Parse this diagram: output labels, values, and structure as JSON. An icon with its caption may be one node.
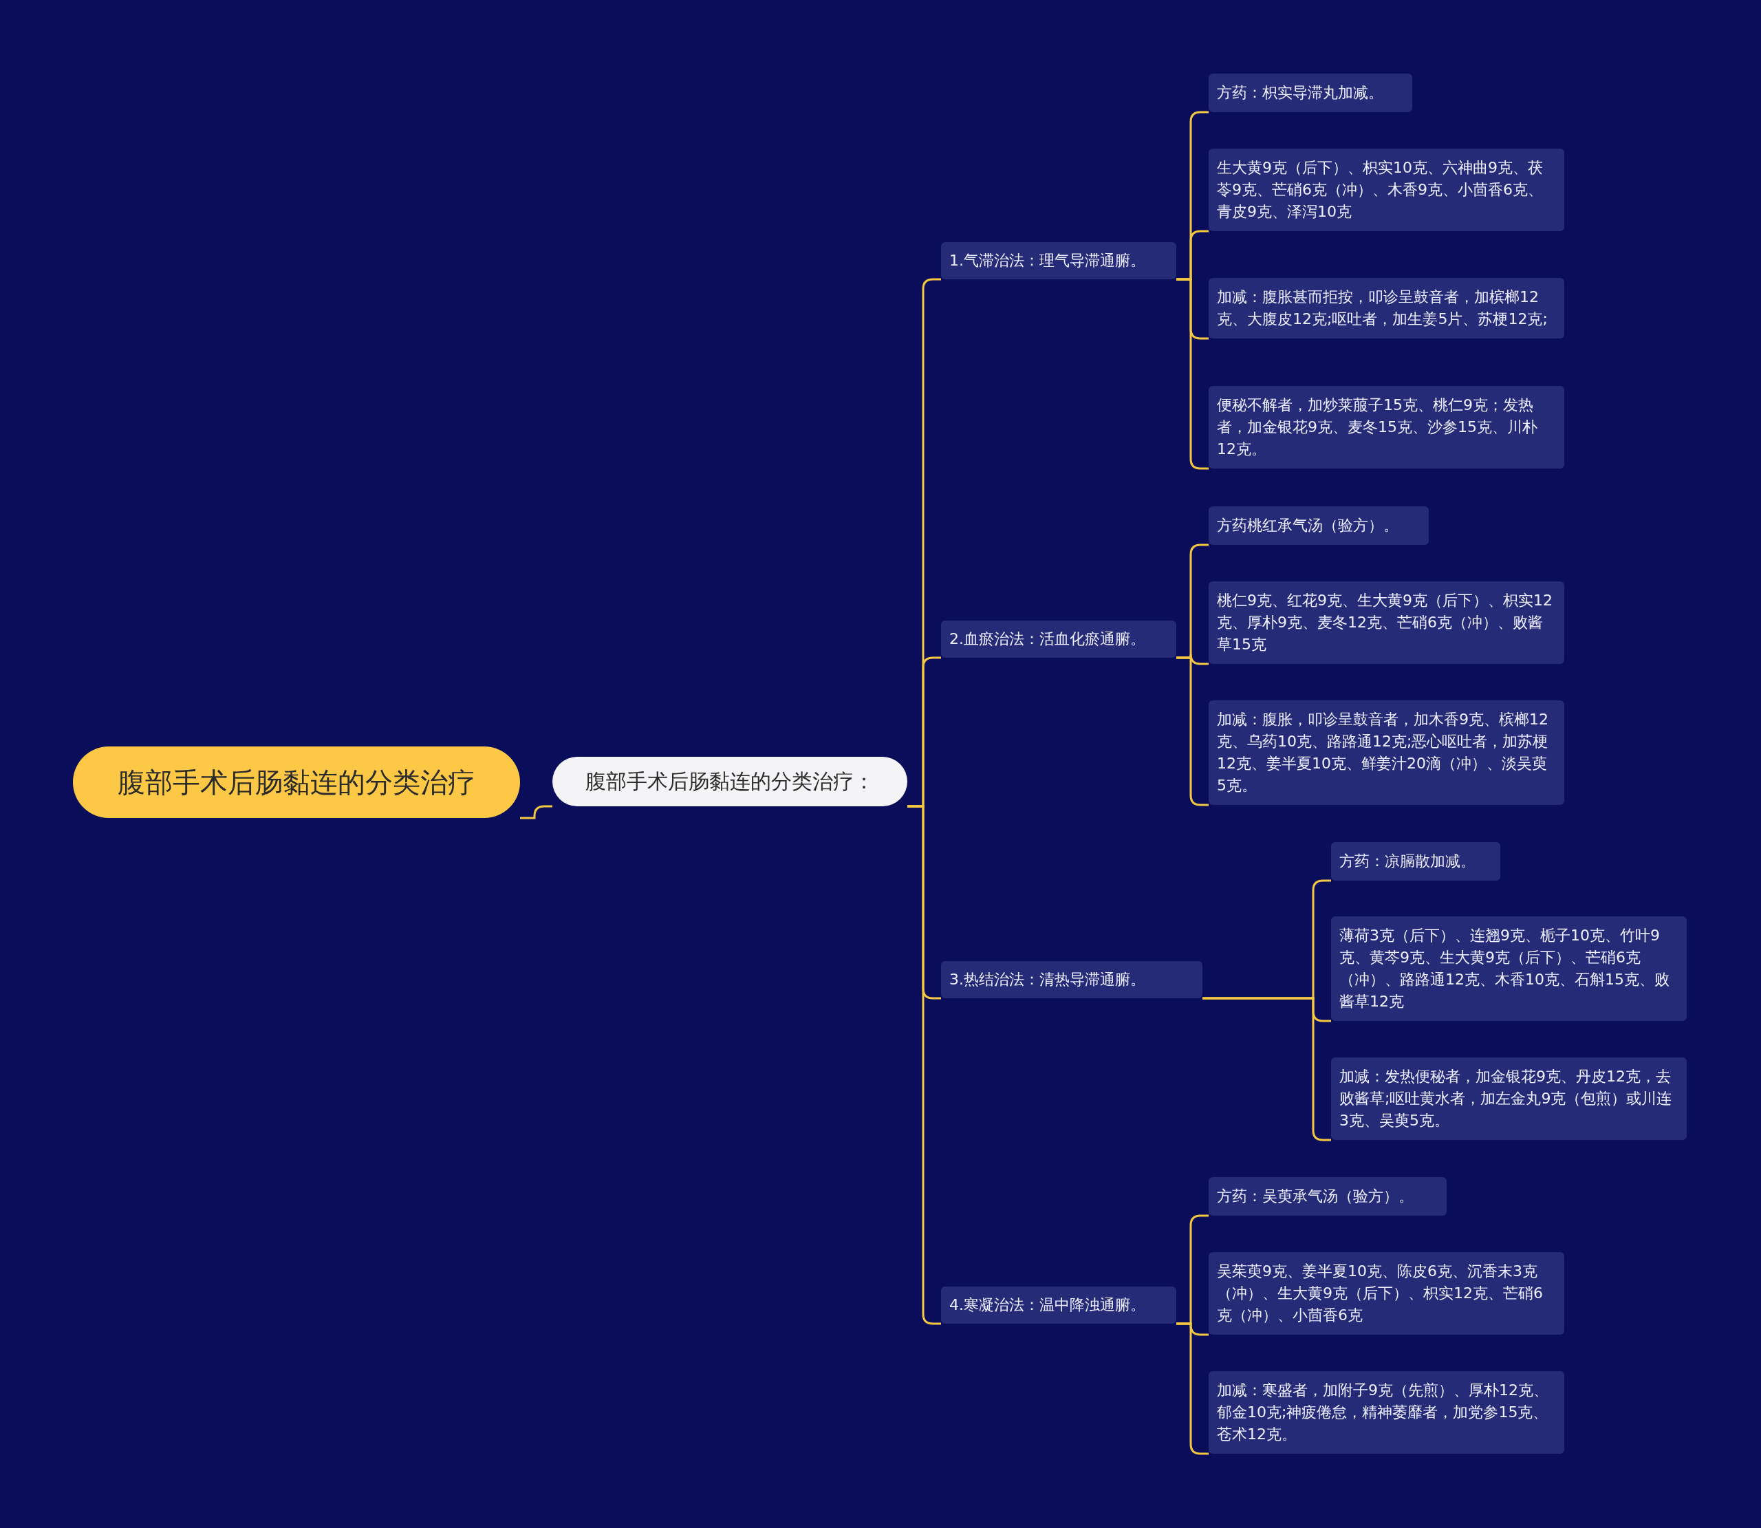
{
  "diagram": {
    "nodes": [
      {
        "text": [
          "腹部手术后肠黏连的分类治疗"
        ]
      },
      {
        "text": [
          "腹部手术后肠黏连的分类治疗："
        ]
      },
      {
        "text": [
          "1.气滞治法：理气导滞通腑。"
        ]
      },
      {
        "text": [
          "方药：枳实导滞丸加减。"
        ]
      },
      {
        "text": [
          "生大黄9克（后下）、枳实10克、六神曲9克、茯苓9克、芒硝6克（冲）、木香9克、小茴香6克、青皮9克、泽泻10克"
        ]
      },
      {
        "text": [
          "加减：腹胀甚而拒按，叩诊呈鼓音者，加槟榔12克、大腹皮12克;呕吐者，加生姜5片、苏梗12克;"
        ]
      },
      {
        "text": [
          "便秘不解者，加炒莱菔子15克、桃仁9克；发热者，加金银花9克、麦冬15克、沙参15克、川朴12克。"
        ]
      },
      {
        "text": [
          "2.血瘀治法：活血化瘀通腑。"
        ]
      },
      {
        "text": [
          "方药桃红承气汤（验方）。"
        ]
      },
      {
        "text": [
          "桃仁9克、红花9克、生大黄9克（后下）、枳实12克、厚朴9克、麦冬12克、芒硝6克（冲）、败酱草15克"
        ]
      },
      {
        "text": [
          "加减：腹胀，叩诊呈鼓音者，加木香9克、槟榔12克、乌药10克、路路通12克;恶心呕吐者，加苏梗12克、姜半夏10克、鲜姜汁20滴（冲）、淡吴萸5克。"
        ]
      },
      {
        "text": [
          "3.热结治法：清热导滞通腑。"
        ]
      },
      {
        "text": [
          "方药：凉膈散加减。"
        ]
      },
      {
        "text": [
          "薄荷3克（后下）、连翘9克、栀子10克、竹叶9克、黄芩9克、生大黄9克（后下）、芒硝6克（冲）、路路通12克、木香10克、石斛15克、败酱草12克"
        ]
      },
      {
        "text": [
          "加减：发热便秘者，加金银花9克、丹皮12克，去败酱草;呕吐黄水者，加左金丸9克（包煎）或川连3克、吴萸5克。"
        ]
      },
      {
        "text": [
          "4.寒凝治法：温中降浊通腑。"
        ]
      },
      {
        "text": [
          "方药：吴萸承气汤（验方）。"
        ]
      },
      {
        "text": [
          "吴茱萸9克、姜半夏10克、陈皮6克、沉香末3克（冲）、生大黄9克（后下）、枳实12克、芒硝6克（冲）、小茴香6克"
        ]
      },
      {
        "text": [
          "加减：寒盛者，加附子9克（先煎）、厚朴12克、郁金10克;神疲倦怠，精神萎靡者，加党参15克、苍术12克。"
        ]
      }
    ],
    "edges": [
      {
        "from": 0,
        "to": 1,
        "arrow": "none"
      },
      {
        "from": 1,
        "to": 2,
        "arrow": "none"
      },
      {
        "from": 1,
        "to": 7,
        "arrow": "none"
      },
      {
        "from": 1,
        "to": 11,
        "arrow": "none"
      },
      {
        "from": 1,
        "to": 15,
        "arrow": "none"
      },
      {
        "from": 2,
        "to": 3,
        "arrow": "none"
      },
      {
        "from": 2,
        "to": 4,
        "arrow": "none"
      },
      {
        "from": 2,
        "to": 5,
        "arrow": "none"
      },
      {
        "from": 2,
        "to": 6,
        "arrow": "none"
      },
      {
        "from": 7,
        "to": 8,
        "arrow": "none"
      },
      {
        "from": 7,
        "to": 9,
        "arrow": "none"
      },
      {
        "from": 7,
        "to": 10,
        "arrow": "none"
      },
      {
        "from": 11,
        "to": 12,
        "arrow": "none"
      },
      {
        "from": 11,
        "to": 13,
        "arrow": "none"
      },
      {
        "from": 11,
        "to": 14,
        "arrow": "none"
      },
      {
        "from": 15,
        "to": 16,
        "arrow": "none"
      },
      {
        "from": 15,
        "to": 17,
        "arrow": "none"
      },
      {
        "from": 15,
        "to": 18,
        "arrow": "none"
      }
    ]
  }
}
